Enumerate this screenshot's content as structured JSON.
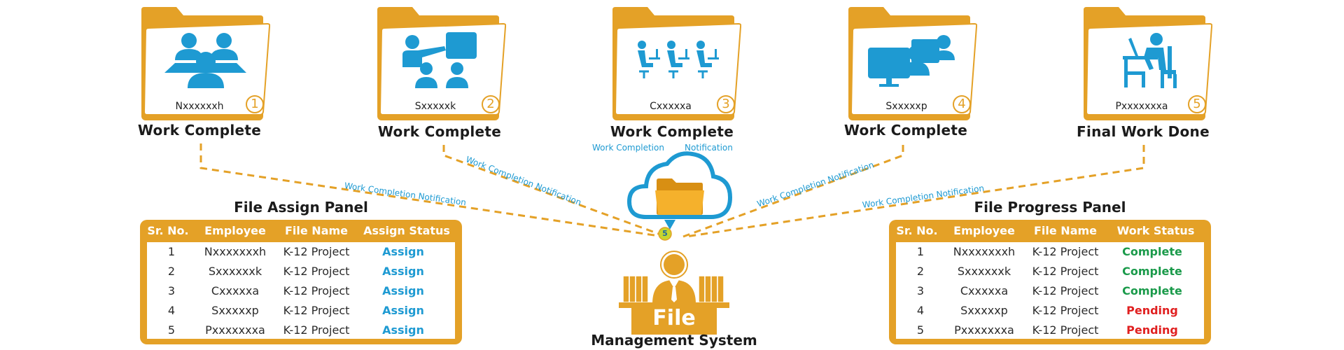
{
  "colors": {
    "orange": "#e4a127",
    "blue": "#1e9ad2",
    "complete": "#1a9a4a",
    "pending": "#e02020",
    "badge": "#c8d62e"
  },
  "folders": [
    {
      "name": "Nxxxxxxh",
      "number": "1",
      "label": "Work Complete",
      "icon": "meeting-group-icon"
    },
    {
      "name": "Sxxxxxk",
      "number": "2",
      "label": "Work Complete",
      "icon": "presentation-icon"
    },
    {
      "name": "Cxxxxxa",
      "number": "3",
      "label": "Work Complete",
      "icon": "workstations-icon"
    },
    {
      "name": "Sxxxxxp",
      "number": "4",
      "label": "Work Complete",
      "icon": "monitor-users-icon"
    },
    {
      "name": "Pxxxxxxxa",
      "number": "5",
      "label": "Final Work Done",
      "icon": "desk-worker-icon"
    }
  ],
  "notifications": {
    "n1": "Work Completion Notification",
    "n2": "Work Completion Notification",
    "n3a": "Work Completion",
    "n3b": "Notification",
    "n4": "Work Completion Notification",
    "n5": "Work Completion Notification"
  },
  "badge": "5",
  "system": {
    "sign": "File",
    "label": "Management System"
  },
  "assign_panel": {
    "title": "File Assign Panel",
    "headers": [
      "Sr. No.",
      "Employee",
      "File Name",
      "Assign Status"
    ],
    "rows": [
      [
        "1",
        "Nxxxxxxxh",
        "K-12 Project",
        "Assign"
      ],
      [
        "2",
        "Sxxxxxxk",
        "K-12 Project",
        "Assign"
      ],
      [
        "3",
        "Cxxxxxa",
        "K-12 Project",
        "Assign"
      ],
      [
        "4",
        "Sxxxxxp",
        "K-12 Project",
        "Assign"
      ],
      [
        "5",
        "Pxxxxxxxa",
        "K-12 Project",
        "Assign"
      ]
    ]
  },
  "progress_panel": {
    "title": "File Progress Panel",
    "headers": [
      "Sr. No.",
      "Employee",
      "File Name",
      "Work Status"
    ],
    "rows": [
      [
        "1",
        "Nxxxxxxxh",
        "K-12 Project",
        "Complete"
      ],
      [
        "2",
        "Sxxxxxxk",
        "K-12 Project",
        "Complete"
      ],
      [
        "3",
        "Cxxxxxa",
        "K-12 Project",
        "Complete"
      ],
      [
        "4",
        "Sxxxxxp",
        "K-12 Project",
        "Pending"
      ],
      [
        "5",
        "Pxxxxxxxa",
        "K-12 Project",
        "Pending"
      ]
    ]
  }
}
